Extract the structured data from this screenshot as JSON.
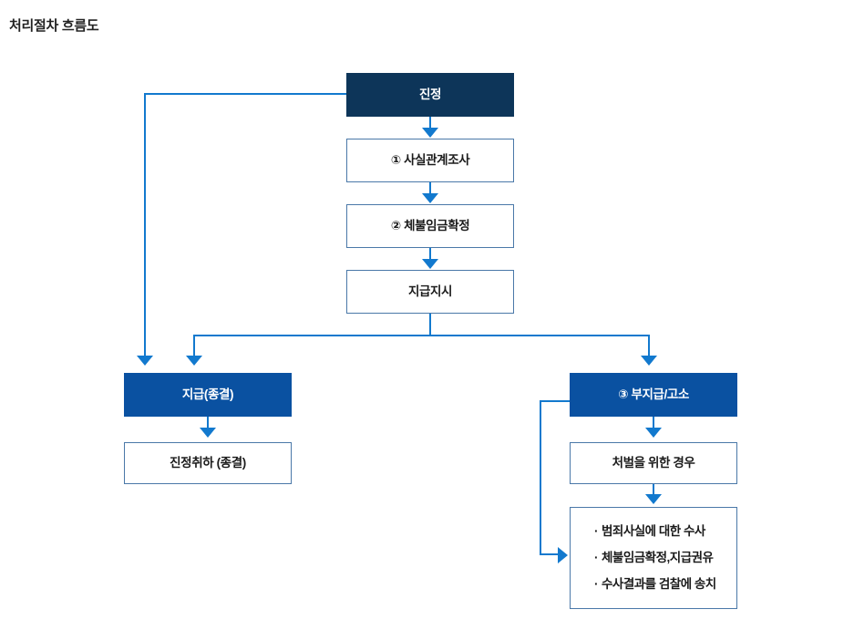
{
  "page": {
    "title": "처리절차 흐름도"
  },
  "colors": {
    "dark_navy": "#0d3559",
    "blue": "#0a51a1",
    "connector_blue": "#1279ce",
    "box_border": "#4a78a8",
    "text": "#1b1b1b",
    "background": "#ffffff"
  },
  "flowchart": {
    "type": "flowchart",
    "nodes": [
      {
        "id": "jinjeong",
        "label": "진정",
        "style": "filled-dark"
      },
      {
        "id": "fact-survey",
        "label": "① 사실관계조사",
        "style": "outline"
      },
      {
        "id": "wage-confirm",
        "label": "② 체불임금확정",
        "style": "outline"
      },
      {
        "id": "payment-order",
        "label": "지급지시",
        "style": "outline"
      },
      {
        "id": "paid-closed",
        "label": "지급(종결)",
        "style": "filled-blue"
      },
      {
        "id": "withdraw-closed",
        "label": "진정취하 (종결)",
        "style": "outline"
      },
      {
        "id": "nonpay-accuse",
        "label": "③ 부지급/고소",
        "style": "filled-blue"
      },
      {
        "id": "punish-case",
        "label": "처벌을 위한 경우",
        "style": "outline"
      }
    ],
    "list_node": {
      "id": "investigation-steps",
      "style": "outline",
      "items": [
        "범죄사실에 대한 수사",
        "체불임금확정,지급권유",
        "수사결과를 검찰에 송치"
      ],
      "bullet": "·"
    },
    "edges": [
      {
        "from": "jinjeong",
        "to": "fact-survey",
        "kind": "down-arrow"
      },
      {
        "from": "fact-survey",
        "to": "wage-confirm",
        "kind": "down-arrow"
      },
      {
        "from": "wage-confirm",
        "to": "payment-order",
        "kind": "down-arrow"
      },
      {
        "from": "payment-order",
        "to": "paid-closed",
        "kind": "split-down-arrow"
      },
      {
        "from": "payment-order",
        "to": "nonpay-accuse",
        "kind": "split-down-arrow"
      },
      {
        "from": "jinjeong",
        "to": "paid-closed",
        "kind": "left-loop-down-arrow"
      },
      {
        "from": "paid-closed",
        "to": "withdraw-closed",
        "kind": "down-arrow"
      },
      {
        "from": "nonpay-accuse",
        "to": "punish-case",
        "kind": "down-arrow"
      },
      {
        "from": "punish-case",
        "to": "investigation-steps",
        "kind": "down-arrow"
      },
      {
        "from": "nonpay-accuse",
        "to": "investigation-steps",
        "kind": "left-loop-right-arrow"
      }
    ]
  }
}
